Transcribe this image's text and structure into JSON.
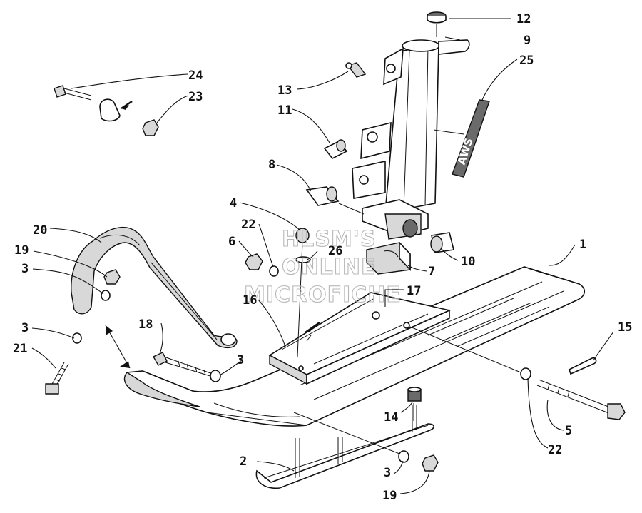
{
  "watermark": {
    "line1": "HLSM'S",
    "line2": "ONLINE",
    "line3": "MICROFICHE"
  },
  "decal_text": "AWS",
  "callouts": [
    {
      "id": "c1",
      "label": "1"
    },
    {
      "id": "c2",
      "label": "2"
    },
    {
      "id": "c3a",
      "label": "3"
    },
    {
      "id": "c3b",
      "label": "3"
    },
    {
      "id": "c3c",
      "label": "3"
    },
    {
      "id": "c3d",
      "label": "3"
    },
    {
      "id": "c4",
      "label": "4"
    },
    {
      "id": "c5",
      "label": "5"
    },
    {
      "id": "c6",
      "label": "6"
    },
    {
      "id": "c7",
      "label": "7"
    },
    {
      "id": "c8",
      "label": "8"
    },
    {
      "id": "c9",
      "label": "9"
    },
    {
      "id": "c10",
      "label": "10"
    },
    {
      "id": "c11",
      "label": "11"
    },
    {
      "id": "c12",
      "label": "12"
    },
    {
      "id": "c13",
      "label": "13"
    },
    {
      "id": "c14",
      "label": "14"
    },
    {
      "id": "c15",
      "label": "15"
    },
    {
      "id": "c16",
      "label": "16"
    },
    {
      "id": "c17",
      "label": "17"
    },
    {
      "id": "c18",
      "label": "18"
    },
    {
      "id": "c19a",
      "label": "19"
    },
    {
      "id": "c19b",
      "label": "19"
    },
    {
      "id": "c20",
      "label": "20"
    },
    {
      "id": "c21",
      "label": "21"
    },
    {
      "id": "c22a",
      "label": "22"
    },
    {
      "id": "c22b",
      "label": "22"
    },
    {
      "id": "c23",
      "label": "23"
    },
    {
      "id": "c24",
      "label": "24"
    },
    {
      "id": "c25",
      "label": "25"
    },
    {
      "id": "c26",
      "label": "26"
    }
  ]
}
